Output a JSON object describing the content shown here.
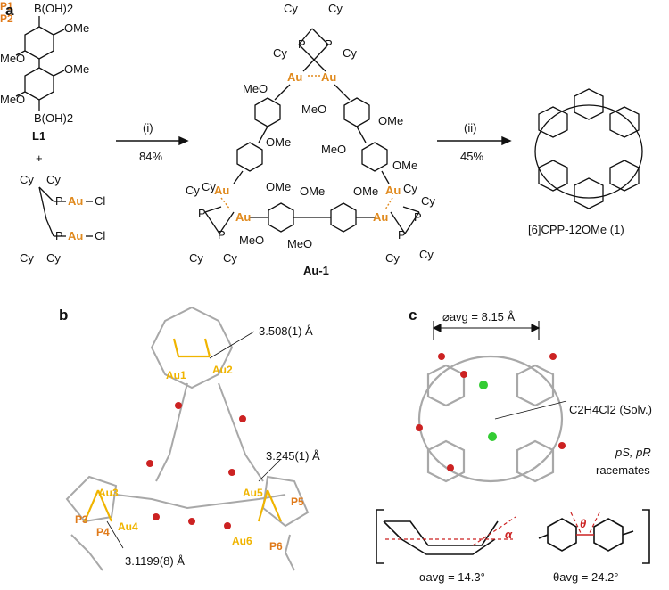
{
  "panel_a": {
    "letter": "a",
    "reagent": {
      "b_top": "B(OH)2",
      "ome1": "OMe",
      "meo1": "MeO",
      "ome2": "OMe",
      "meo2": "MeO",
      "b_bottom": "B(OH)2",
      "label": "L1",
      "plus": "+"
    },
    "gold_complex": {
      "cy": "Cy",
      "p": "P",
      "au": "Au",
      "cl": "Cl"
    },
    "step1": {
      "condition": "(i)",
      "yield": "84%"
    },
    "step2": {
      "condition": "(ii)",
      "yield": "45%"
    },
    "intermediate_label": "Au-1",
    "product_label": "[6]CPP-12OMe (1)",
    "groups": {
      "meo": "MeO",
      "ome": "OMe",
      "cy": "Cy",
      "p": "P",
      "au": "Au"
    }
  },
  "panel_b": {
    "letter": "b",
    "atoms": [
      "P1",
      "P2",
      "Au1",
      "Au2",
      "Au3",
      "Au4",
      "Au5",
      "Au6",
      "P3",
      "P4",
      "P5",
      "P6"
    ],
    "distances": [
      "3.508(1) Å",
      "3.245(1) Å",
      "3.1199(8) Å"
    ]
  },
  "panel_c": {
    "letter": "c",
    "diameter": "⌀avg = 8.15 Å",
    "solvent": "C2H4Cl2 (Solv.)",
    "chirality": "pS, pR",
    "racemates": "racemates",
    "alpha_symbol": "α",
    "theta_symbol": "θ",
    "alpha_avg": "αavg = 14.3°",
    "theta_avg": "θavg = 24.2°"
  },
  "colors": {
    "gold": "#f0b400",
    "orange": "#e07a1a",
    "oxygen": "#cc2222",
    "carbon": "#9a9a9a",
    "chlorine": "#33cc33"
  }
}
